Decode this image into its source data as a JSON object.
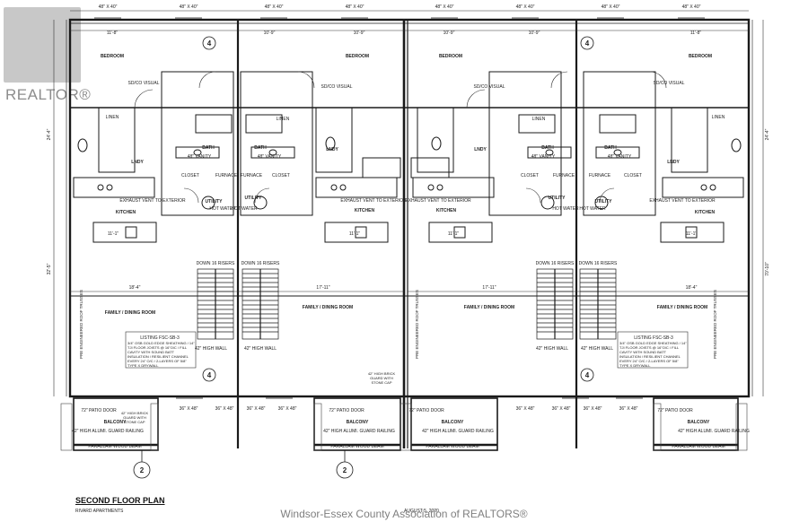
{
  "branding": {
    "logo_text": "REALTOR®",
    "watermark": "Windsor-Essex County Association of REALTORS®"
  },
  "sheet": {
    "title": "SECOND FLOOR PLAN",
    "subtitle": "RIVARD APARTMENTS",
    "date": "AUGUST 5, 2020"
  },
  "units": [
    {
      "bedroom": "BEDROOM",
      "bath": "BATH",
      "utility": "UTILITY",
      "kitchen": "KITCHEN",
      "family": "FAMILY / DINING ROOM",
      "closet": "CLOSET",
      "lndy": "LNDY",
      "furnace": "FURNACE",
      "hot_water": "HOT WATER",
      "exhaust": "EXHAUST VENT TO EXTERIOR",
      "linen": "LINEN",
      "vanity": "48\" VANITY",
      "stair_note": "DOWN 16 RISERS",
      "balcony": "BALCONY",
      "patio_door": "72\" PATIO DOOR",
      "beam": "PARALLAM WOOD BEAM",
      "railing": "42\" HIGH ALUMI. GUARD RAILING",
      "wall": "42\" HIGH WALL",
      "smoke": "SD/CO VISUAL"
    },
    {
      "bedroom": "BEDROOM",
      "bath": "BATH",
      "utility": "UTILITY",
      "kitchen": "KITCHEN",
      "family": "FAMILY / DINING ROOM",
      "closet": "CLOSET",
      "lndy": "LNDY",
      "furnace": "FURNACE",
      "hot_water": "HOT WATER",
      "exhaust": "EXHAUST VENT TO EXTERIOR",
      "linen": "LINEN",
      "vanity": "48\" VANITY",
      "stair_note": "DOWN 16 RISERS",
      "balcony": "BALCONY",
      "patio_door": "72\" PATIO DOOR",
      "beam": "PARALLAM WOOD BEAM",
      "railing": "42\" HIGH ALUMI. GUARD RAILING",
      "wall": "42\" HIGH WALL",
      "smoke": "SD/CO VISUAL"
    },
    {
      "bedroom": "BEDROOM",
      "bath": "BATH",
      "utility": "UTILITY",
      "kitchen": "KITCHEN",
      "family": "FAMILY / DINING ROOM",
      "closet": "CLOSET",
      "lndy": "LNDY",
      "furnace": "FURNACE",
      "hot_water": "HOT WATER",
      "exhaust": "EXHAUST VENT TO EXTERIOR",
      "linen": "LINEN",
      "vanity": "48\" VANITY",
      "stair_note": "DOWN 16 RISERS",
      "balcony": "BALCONY",
      "patio_door": "72\" PATIO DOOR",
      "beam": "PARALLAM WOOD BEAM",
      "railing": "42\" HIGH ALUMI. GUARD RAILING",
      "wall": "42\" HIGH WALL",
      "smoke": "SD/CO VISUAL"
    },
    {
      "bedroom": "BEDROOM",
      "bath": "BATH",
      "utility": "UTILITY",
      "kitchen": "KITCHEN",
      "family": "FAMILY / DINING ROOM",
      "closet": "CLOSET",
      "lndy": "LNDY",
      "furnace": "FURNACE",
      "hot_water": "HOT WATER",
      "exhaust": "EXHAUST VENT TO EXTERIOR",
      "linen": "LINEN",
      "vanity": "48\" VANITY",
      "stair_note": "DOWN 16 RISERS",
      "balcony": "BALCONY",
      "patio_door": "72\" PATIO DOOR",
      "beam": "PARALLAM WOOD BEAM",
      "railing": "42\" HIGH ALUMI. GUARD RAILING",
      "wall": "42\" HIGH WALL",
      "smoke": "SD/CO VISUAL"
    }
  ],
  "window_labels": [
    "48\" X 40\"",
    "48\" X 40\"",
    "48\" X 40\"",
    "48\" X 40\"",
    "48\" X 40\"",
    "48\" X 40\"",
    "48\" X 40\"",
    "48\" X 40\""
  ],
  "door_labels": [
    "36\" X 48\"",
    "36\" X 48\"",
    "36\" X 48\"",
    "36\" X 48\"",
    "36\" X 48\"",
    "36\" X 48\"",
    "36\" X 48\"",
    "36\" X 48\""
  ],
  "dims": {
    "unit_width_a": "18'-4\"",
    "unit_width_b": "17'-11\"",
    "kitchen_width": "11'-1\"",
    "bed_width_a": "11'-8\"",
    "bed_width_b": "10'-9\"",
    "side_a": "32'-5\"",
    "side_b": "24'-4\"",
    "side_c": "70'-10\""
  },
  "notes": {
    "listing": "LISTING FSC-SB-3",
    "assembly": "3/4\" OSB GOLD EDGE SHEATHING / 14\" TJI FLOOR JOISTS @ 16\"O/C / FILL CAVITY WITH SOUND BATT INSULATION / RESILIENT CHANNEL EVERY 24\" O/C / 2-LAYERS OF 5/8\" TYPE X DRYWALL",
    "trusses": "PRE ENGINEERED ROOF TRUSSES",
    "brick_guard": "42\" HIGH BRICK GUARD WITH STONE CAP"
  },
  "grid_marks": [
    "4",
    "4",
    "4",
    "4",
    "2",
    "2"
  ]
}
